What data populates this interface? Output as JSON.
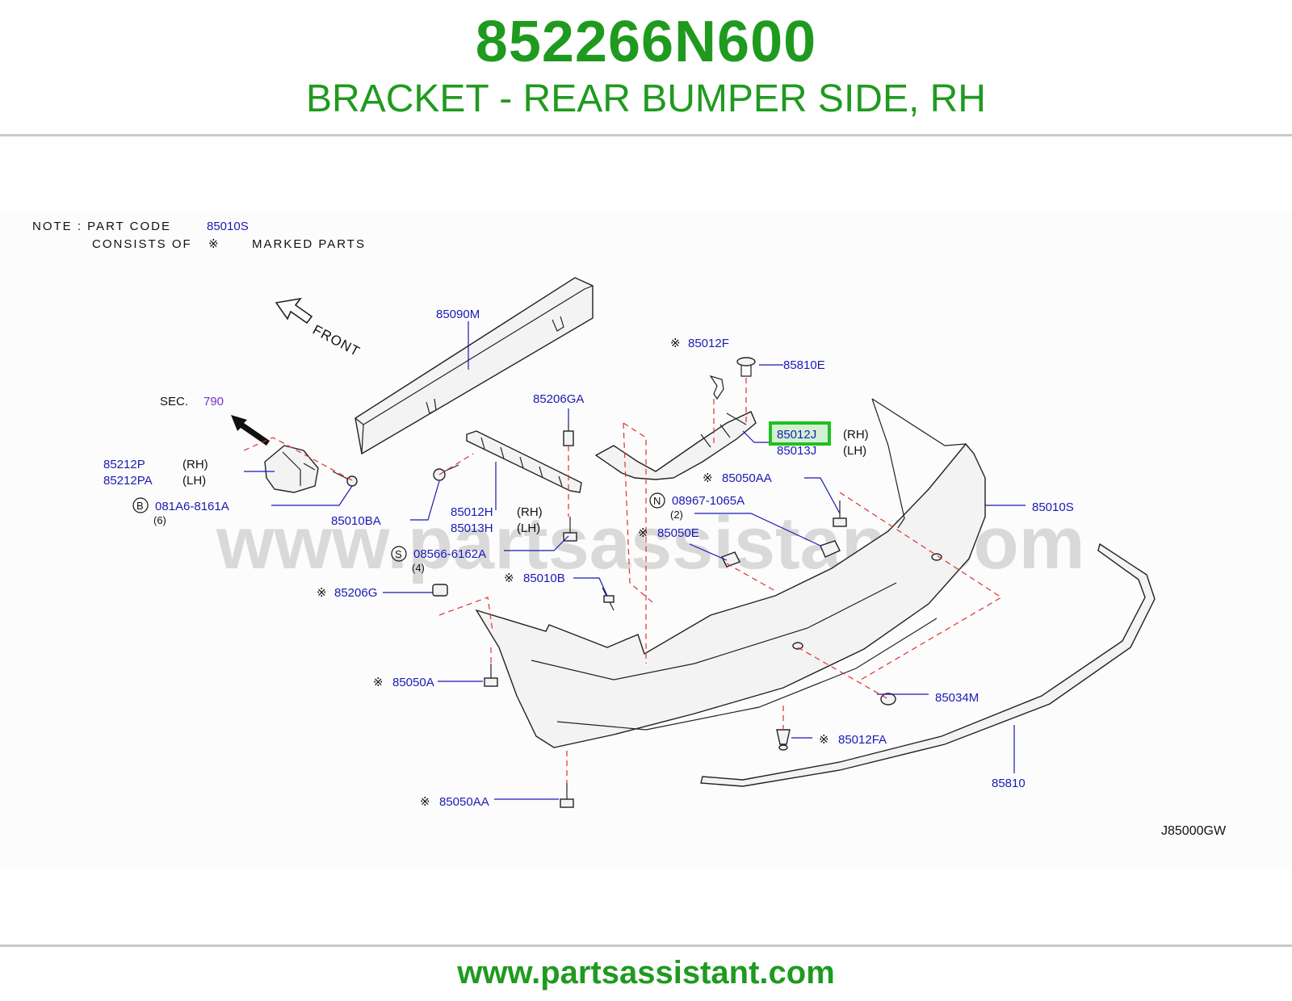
{
  "header": {
    "part_number": "852266N600",
    "part_title": "BRACKET - REAR BUMPER SIDE, RH"
  },
  "footer": {
    "url": "www.partsassistant.com"
  },
  "watermark": "www.partsassistant.com",
  "note": {
    "line1_prefix": "NOTE  :  PART  CODE",
    "line1_code": "85010S",
    "line2_prefix": "CONSISTS  OF",
    "line2_suffix": "MARKED  PARTS",
    "mark_symbol": "※"
  },
  "front_label": "FRONT",
  "sec": {
    "label": "SEC.",
    "value": "790"
  },
  "diagram_code": "J85000GW",
  "highlight_color": "#1fc11f",
  "callouts": {
    "p85090M": "85090M",
    "p85012F": "85012F",
    "p85810E": "85810E",
    "p85206GA": "85206GA",
    "p85012J": "85012J",
    "p85012J_side": "(RH)",
    "p85013J": "85013J",
    "p85013J_side": "(LH)",
    "p85212P": "85212P",
    "p85212P_side": "(RH)",
    "p85212PA": "85212PA",
    "p85212PA_side": "(LH)",
    "b_circle": "B",
    "p081A6": "081A6-8161A",
    "p081A6_qty": "(6)",
    "p85050AA_top": "85050AA",
    "n_circle": "N",
    "p08967": "08967-1065A",
    "p08967_qty": "(2)",
    "p85010S": "85010S",
    "p85010BA": "85010BA",
    "p85012H": "85012H",
    "p85012H_side": "(RH)",
    "p85013H": "85013H",
    "p85013H_side": "(LH)",
    "p85050E": "85050E",
    "s_circle": "S",
    "p08566": "08566-6162A",
    "p08566_qty": "(4)",
    "p85010B": "85010B",
    "p85206G": "85206G",
    "p85050A": "85050A",
    "p85034M": "85034M",
    "p85012FA": "85012FA",
    "p85810": "85810",
    "p85050AA_bottom": "85050AA",
    "mark": "※"
  }
}
